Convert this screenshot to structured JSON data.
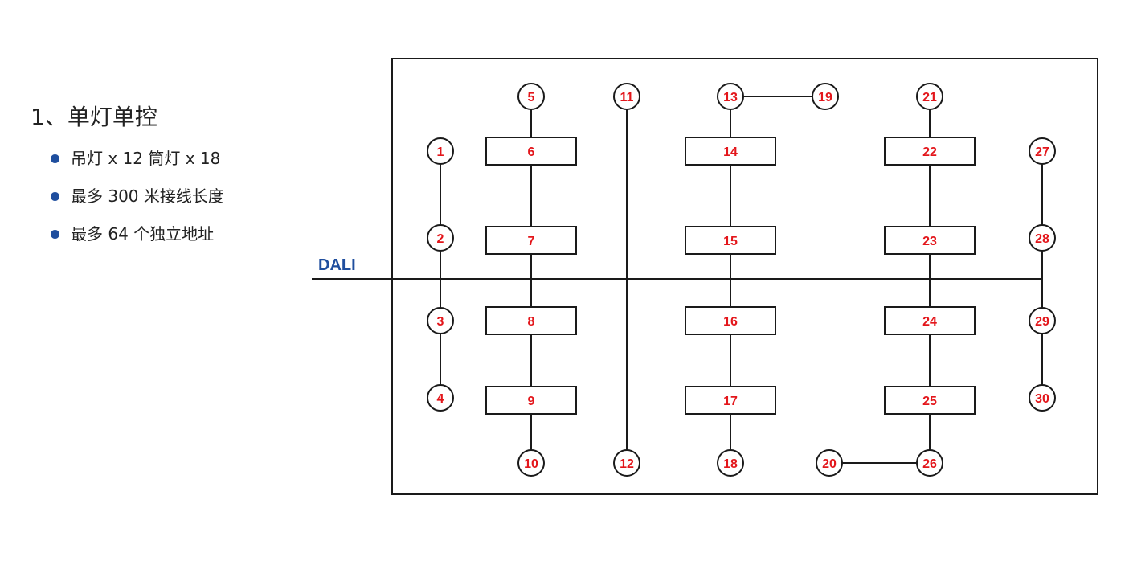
{
  "title": "1、单灯单控",
  "bullets": [
    {
      "text": "吊灯 x 12   筒灯 x 18"
    },
    {
      "text": "最多 300 米接线长度"
    },
    {
      "text": "最多 64 个独立地址"
    }
  ],
  "colors": {
    "bullet": "#1f4e9e",
    "bus_label": "#1f4e9e",
    "node_text": "#e3161b",
    "line": "#1a1a1a"
  },
  "diagram": {
    "bus_label": "DALI",
    "circle_nodes": [
      "1",
      "2",
      "3",
      "4",
      "5",
      "10",
      "11",
      "12",
      "13",
      "18",
      "19",
      "20",
      "21",
      "26",
      "27",
      "28",
      "29",
      "30"
    ],
    "box_nodes": [
      "6",
      "7",
      "8",
      "9",
      "14",
      "15",
      "16",
      "17",
      "22",
      "23",
      "24",
      "25"
    ]
  }
}
